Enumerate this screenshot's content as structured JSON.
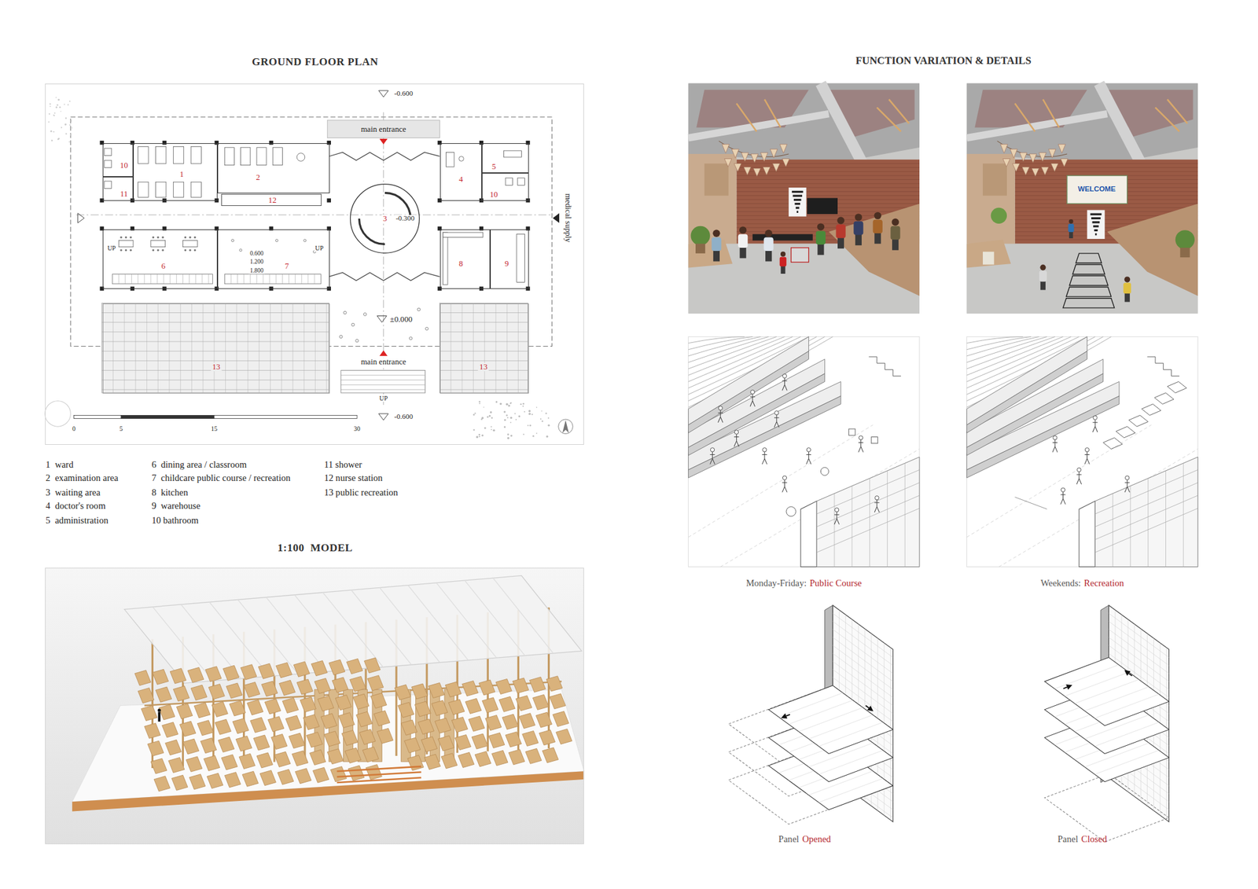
{
  "diagram": {
    "nodes": [
      {
        "text": [
          "GROUND FLOOR PLAN"
        ]
      },
      {
        "text": [
          "10"
        ],
        "in": 0
      },
      {
        "text": [
          "1"
        ],
        "in": 0
      },
      {
        "text": [
          "2"
        ],
        "in": 0
      },
      {
        "text": [
          "4"
        ],
        "in": 0
      },
      {
        "text": [
          "5"
        ],
        "in": 0
      },
      {
        "text": [
          "10"
        ],
        "in": 0
      },
      {
        "text": [
          "11"
        ],
        "in": 0
      },
      {
        "text": [
          "12"
        ],
        "in": 0
      },
      {
        "text": [
          "3"
        ],
        "in": 0
      },
      {
        "text": [
          "6"
        ],
        "in": 0
      },
      {
        "text": [
          "7"
        ],
        "in": 0
      },
      {
        "text": [
          "8"
        ],
        "in": 0
      },
      {
        "text": [
          "9"
        ],
        "in": 0
      },
      {
        "text": [
          "13"
        ],
        "in": 0
      },
      {
        "text": [
          "13"
        ],
        "in": 0
      },
      {
        "text": [
          "1:100  MODEL"
        ]
      }
    ],
    "labels": [
      "FUNCTION VARIATION & DETAILS",
      "-0.600",
      "main entrance",
      "-0.300",
      "0.600",
      "1.200",
      "1.800",
      "UP",
      "UP",
      "±0.000",
      "main entrance",
      "UP",
      "-0.600",
      "medical supply",
      "0",
      "5",
      "15",
      "30",
      "1  ward",
      "2  examination area",
      "3  waiting area",
      "4  doctor's room",
      "5  administration",
      "6  dining area / classroom",
      "7  childcare public course / recreation",
      "8  kitchen",
      "9  warehouse",
      "10 bathroom",
      "11 shower",
      "12 nurse station",
      "13 public recreation",
      "WELCOME",
      "Monday-Friday:",
      "Public Course",
      "Weekends:",
      "Recreation",
      "Panel",
      "Opened",
      "Panel",
      "Closed"
    ]
  }
}
